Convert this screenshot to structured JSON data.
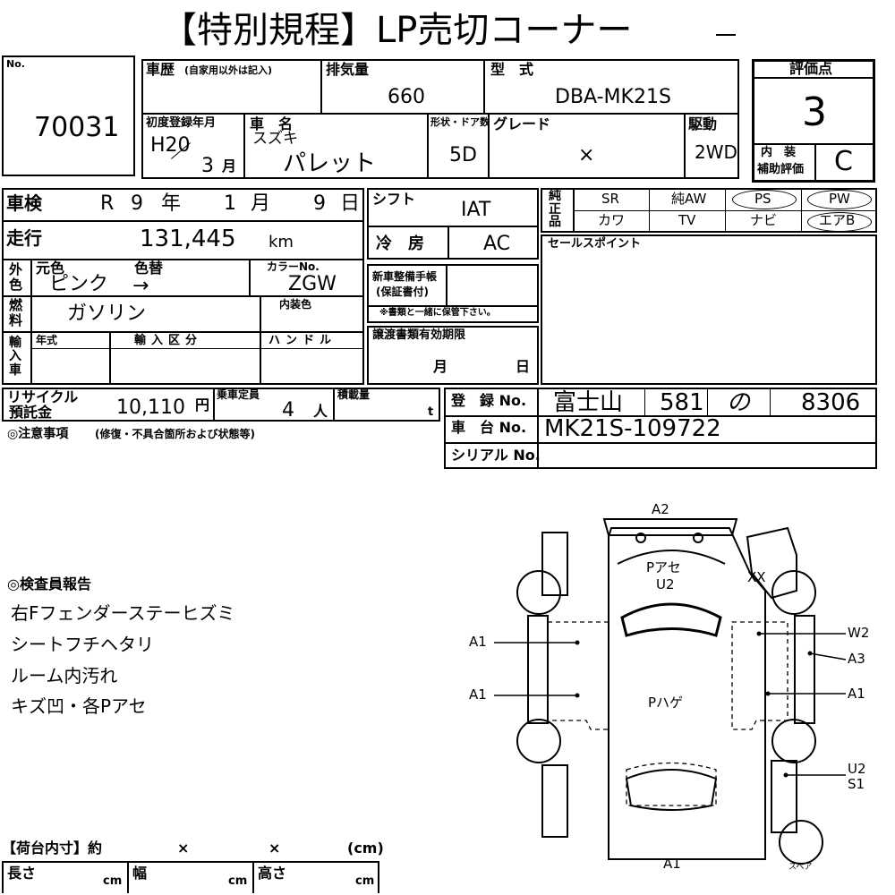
{
  "header": {
    "title": "【特別規程】LP売切コーナー"
  },
  "lot": {
    "no_label": "No.",
    "number": "70031"
  },
  "history": {
    "label": "車歴",
    "note": "(自家用以外は記入)"
  },
  "displacement": {
    "label": "排気量",
    "value": "660"
  },
  "model": {
    "label": "型　式",
    "value": "DBA-MK21S"
  },
  "rating": {
    "label": "評価点",
    "value": "3",
    "interior_label_1": "内　装",
    "interior_label_2": "補助評価",
    "interior_value": "C"
  },
  "first_reg": {
    "label": "初度登録年月",
    "era": "H20",
    "month": "3",
    "month_unit": "月"
  },
  "car_name": {
    "label": "車　名",
    "maker": "スズキ",
    "name": "パレット"
  },
  "doors": {
    "label": "形状・ドア数",
    "value": "5D"
  },
  "grade": {
    "label": "グレード",
    "value": "×"
  },
  "drive": {
    "label": "駆動",
    "value": "2WD"
  },
  "inspection": {
    "label": "車検",
    "era": "R",
    "year": "9",
    "year_unit": "年",
    "month": "1",
    "month_unit": "月",
    "day": "9",
    "day_unit": "日"
  },
  "mileage": {
    "label": "走行",
    "value": "131,445",
    "unit": "km"
  },
  "shift": {
    "label": "シフト",
    "value": "IAT"
  },
  "ac": {
    "label": "冷　房",
    "value": "AC"
  },
  "options": {
    "label": "純正品",
    "row1": [
      "SR",
      "純AW",
      "PS",
      "PW"
    ],
    "row2": [
      "カワ",
      "TV",
      "ナビ",
      "エアB"
    ]
  },
  "color": {
    "side_label": "外色",
    "orig_label": "元色",
    "change_label": "色替",
    "code_label": "カラーNo.",
    "orig_value": "ピンク",
    "change_value": "→",
    "code_value": "ZGW"
  },
  "warranty": {
    "label_1": "新車整備手帳",
    "label_2": "(保証書付)",
    "note": "※書類と一緒に保管下さい。"
  },
  "sales_point": {
    "label": "セールスポイント"
  },
  "fuel": {
    "label": "燃料",
    "value": "ガソリン",
    "interior_color_label": "内装色"
  },
  "import": {
    "side_label": "輸入車",
    "year_label": "年式",
    "category_label": "輸入区分",
    "handle_label": "ハンドル"
  },
  "transfer": {
    "label": "譲渡書類有効期限",
    "month_unit": "月",
    "day_unit": "日"
  },
  "recycle": {
    "label_1": "リサイクル",
    "label_2": "預託金",
    "value": "10,110",
    "unit": "円"
  },
  "capacity": {
    "label": "乗車定員",
    "value": "4",
    "unit": "人"
  },
  "load": {
    "label": "積載量",
    "unit": "t"
  },
  "registration": {
    "label": "登　録 No.",
    "area": "富士山",
    "class_no": "581",
    "kana": "の",
    "number": "8306"
  },
  "chassis": {
    "label": "車　台 No.",
    "value": "MK21S-109722"
  },
  "serial": {
    "label": "シリアル No."
  },
  "notes": {
    "label": "◎注意事項",
    "sublabel": "(修復・不具合箇所および状態等)"
  },
  "inspector": {
    "label": "◎検査員報告",
    "lines": [
      "右Fフェンダーステーヒズミ",
      "シートフチヘタリ",
      "ルーム内汚れ",
      "キズ凹・各Pアセ"
    ]
  },
  "cargo": {
    "label": "【荷台内寸】約",
    "x1": "×",
    "x2": "×",
    "unit_cm": "(cm)",
    "length_label": "長さ",
    "width_label": "幅",
    "height_label": "高さ",
    "cm": "cm"
  },
  "diagram": {
    "top": "A2",
    "hood_1": "Pアセ",
    "hood_2": "U2",
    "roof": "Pハゲ",
    "left_front": "A1",
    "left_rear": "A1",
    "right_top": "XX",
    "right_1": "W2",
    "right_2": "A3",
    "right_3": "A1",
    "right_4": "U2",
    "right_5": "S1",
    "bottom": "A1",
    "spare": "スペア"
  }
}
